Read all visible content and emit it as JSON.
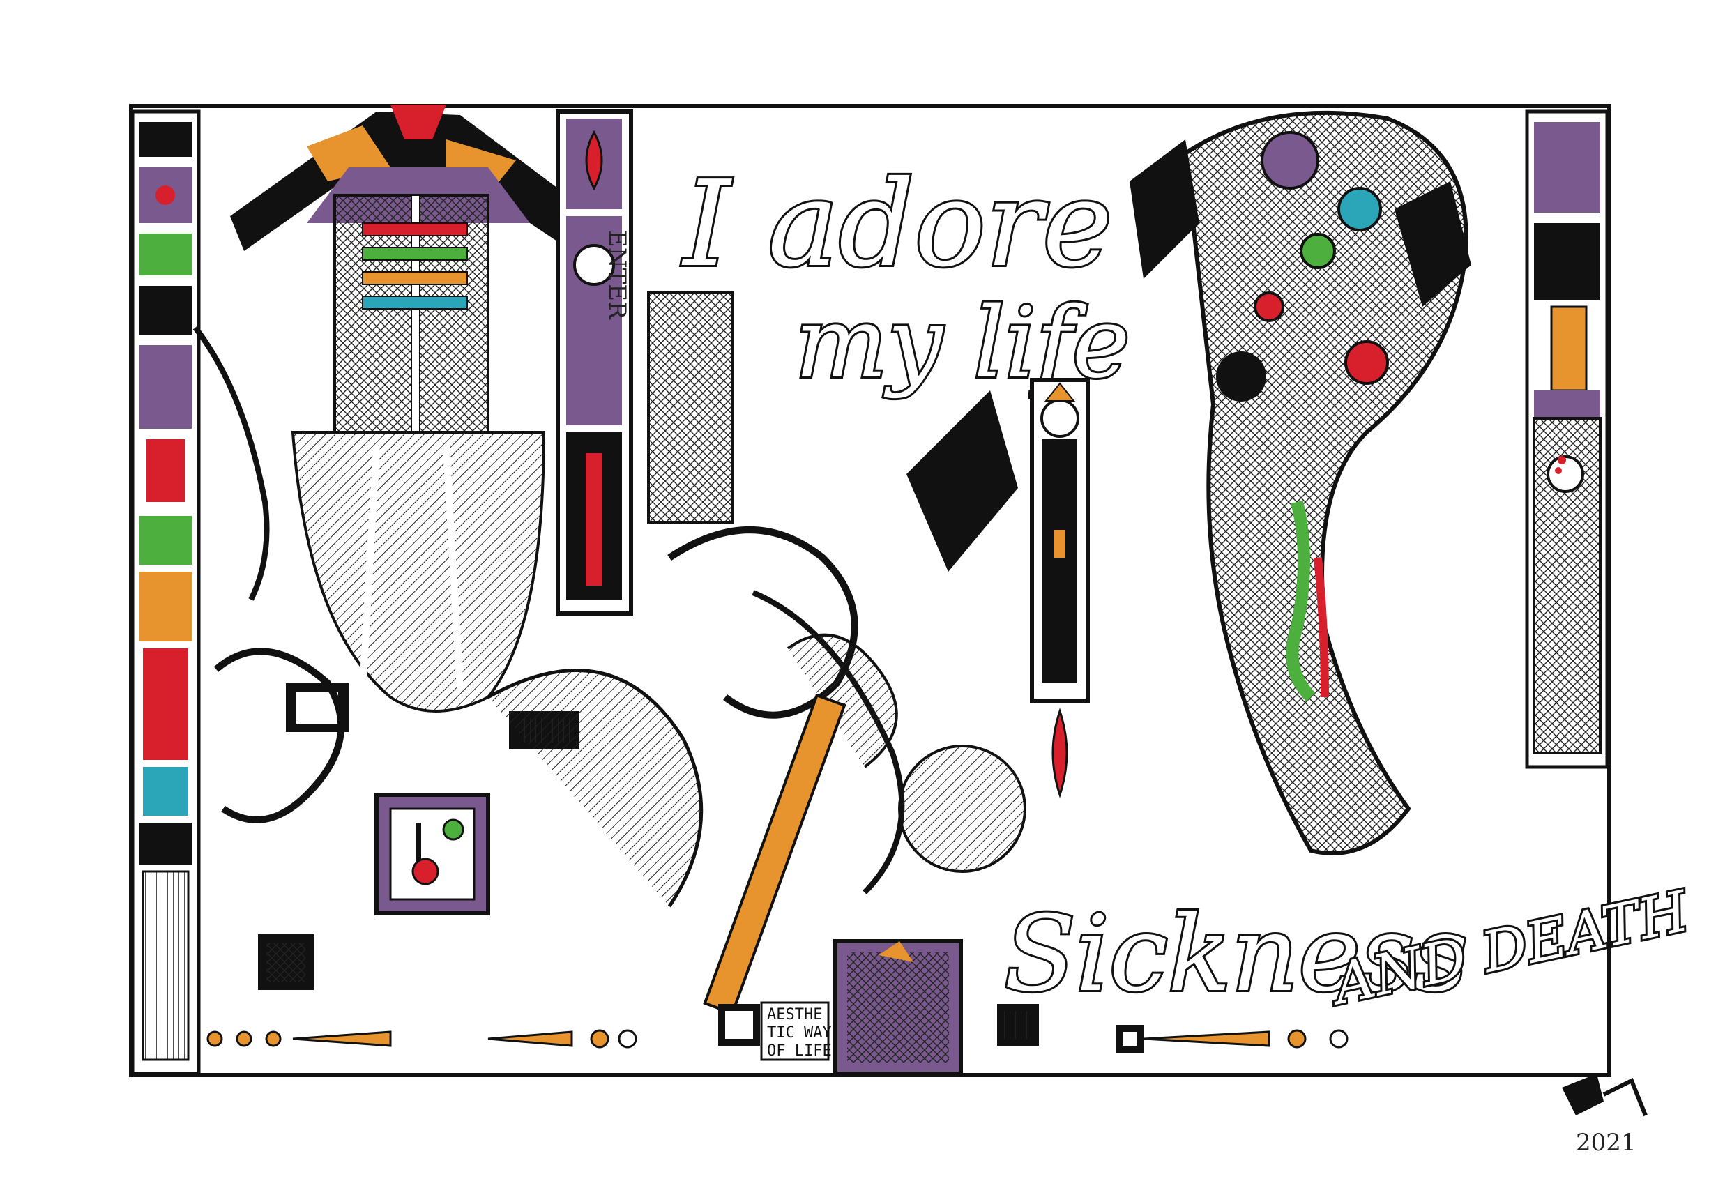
{
  "artwork": {
    "script_title_line1": "I adore",
    "script_title_line2": "my life",
    "script_sickness": "Sickness",
    "script_and_death": "AND DEATH",
    "enter_vertical": "ENTER",
    "caption_line1": "AESTHE",
    "caption_line2": "TIC WAY",
    "caption_line3": "OF LIFE",
    "signature_year": "2021"
  },
  "palette": {
    "ink": "#111111",
    "red": "#d8202c",
    "purple": "#7a5a8e",
    "green": "#4caf3e",
    "orange": "#e7942e",
    "teal": "#2aa6b8"
  }
}
